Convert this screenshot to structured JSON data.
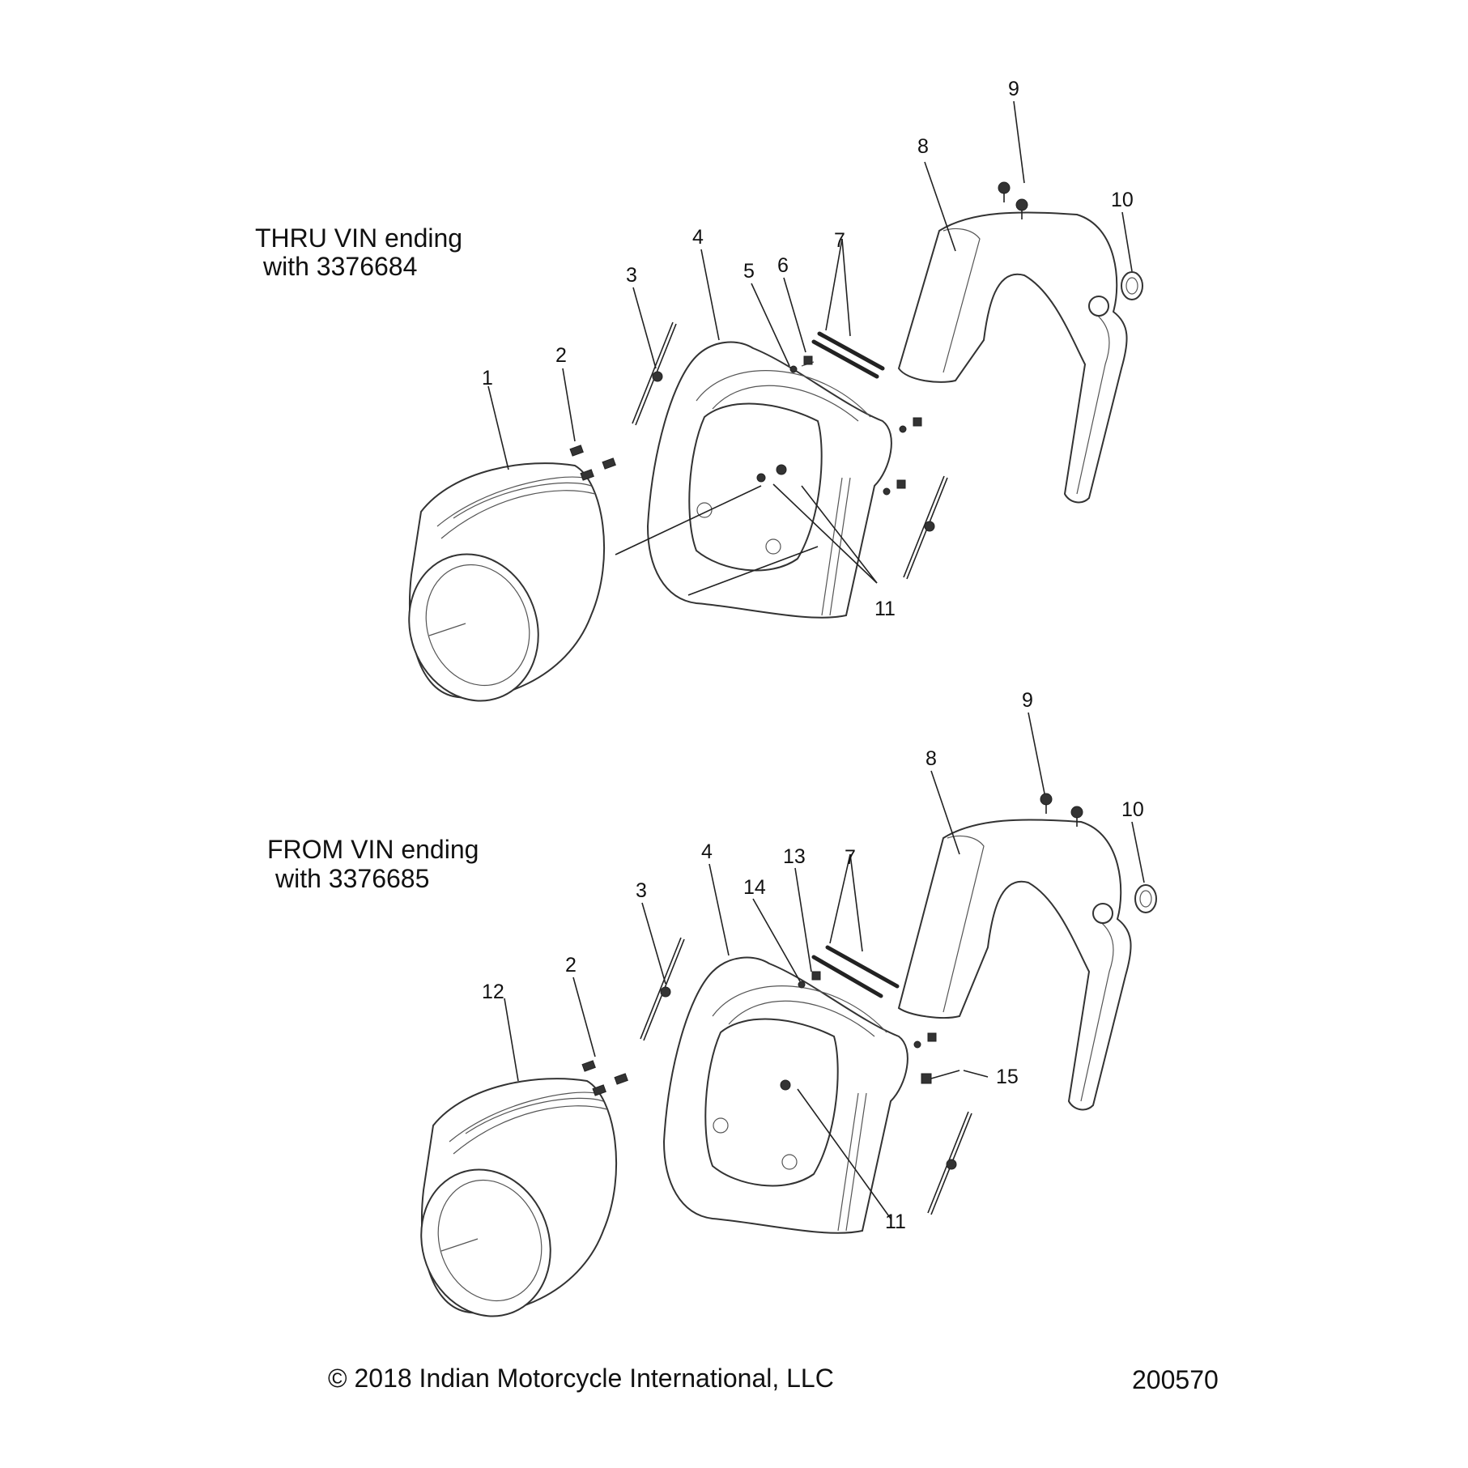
{
  "top_section": {
    "caption_line1": "THRU VIN ending",
    "caption_line2": "with 3376684",
    "callouts": [
      "1",
      "2",
      "3",
      "4",
      "5",
      "6",
      "7",
      "8",
      "9",
      "10",
      "11"
    ]
  },
  "bottom_section": {
    "caption_line1": "FROM VIN ending",
    "caption_line2": "with 3376685",
    "callouts": [
      "12",
      "2",
      "3",
      "4",
      "14",
      "13",
      "7",
      "8",
      "9",
      "10",
      "15",
      "11"
    ]
  },
  "footer": {
    "copyright": "© 2018 Indian Motorcycle International, LLC",
    "diagram_number": "200570"
  }
}
